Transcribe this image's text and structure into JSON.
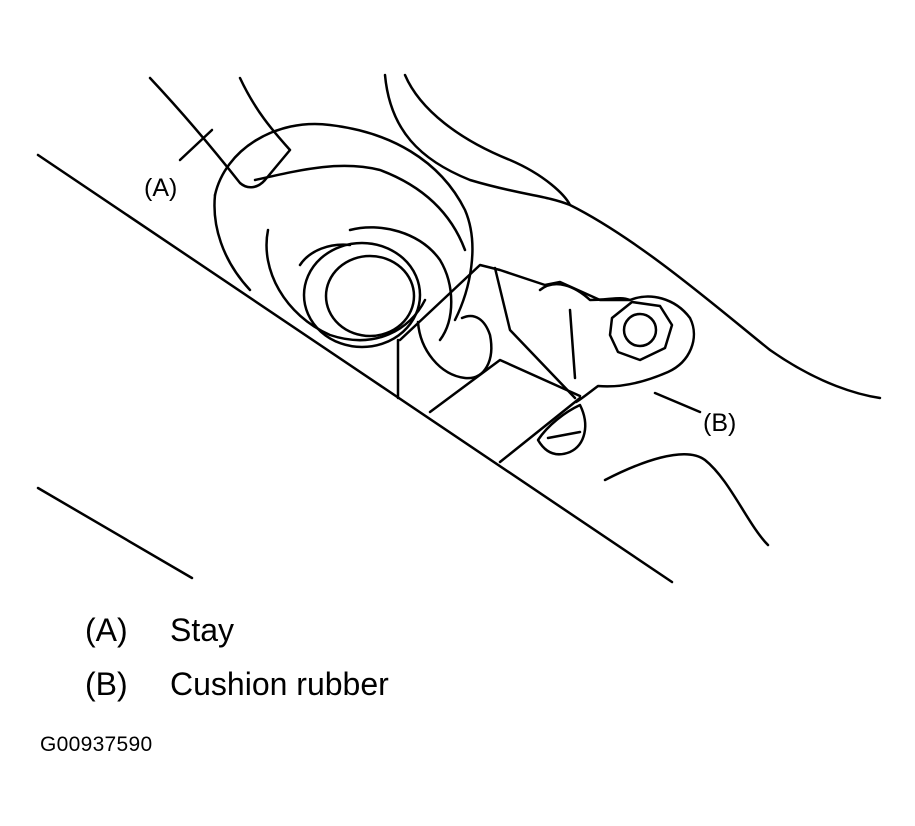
{
  "callouts": {
    "a": "(A)",
    "b": "(B)"
  },
  "legend": [
    {
      "key": "(A)",
      "label": "Stay"
    },
    {
      "key": "(B)",
      "label": "Cushion rubber"
    }
  ],
  "figure_code": "G00937590"
}
